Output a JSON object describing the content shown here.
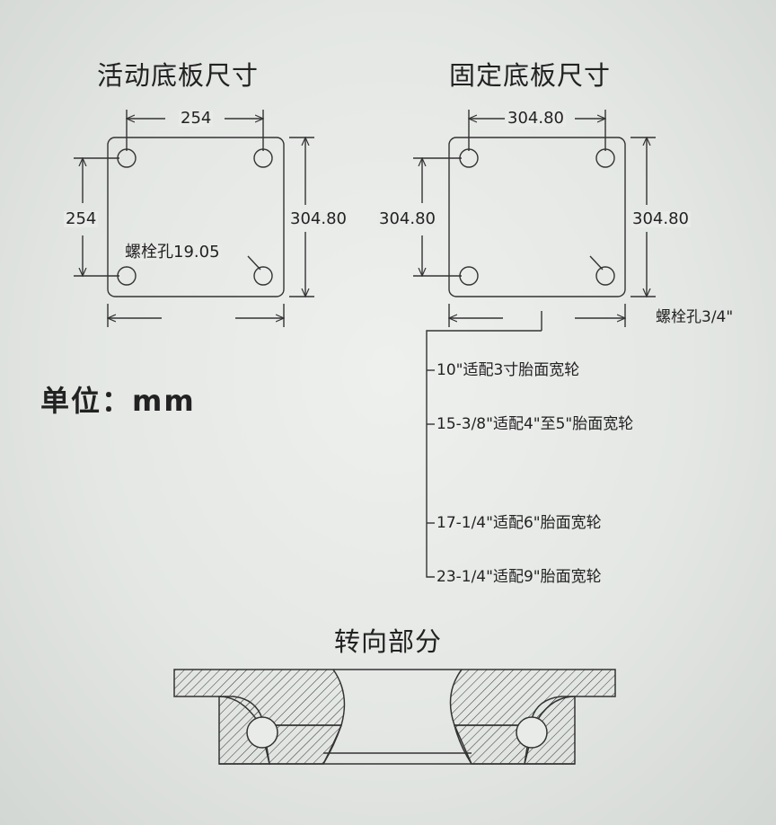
{
  "movable_plate": {
    "title": "活动底板尺寸",
    "width_top": "254",
    "height_left": "254",
    "height_right": "304.80",
    "bolt_hole": "螺栓孔19.05"
  },
  "fixed_plate": {
    "title": "固定底板尺寸",
    "width_top": "304.80",
    "height_left": "304.80",
    "height_right": "304.80",
    "bolt_hole": "螺栓孔3/4\""
  },
  "unit_label": "单位：mm",
  "fit_options": [
    "10\"适配3寸胎面宽轮",
    "15-3/8\"适配4\"至5\"胎面宽轮",
    "17-1/4\"适配6\"胎面宽轮",
    "23-1/4\"适配9\"胎面宽轮"
  ],
  "swivel": {
    "title": "转向部分"
  },
  "colors": {
    "line": "#333333",
    "background": "#e6e8e6"
  }
}
